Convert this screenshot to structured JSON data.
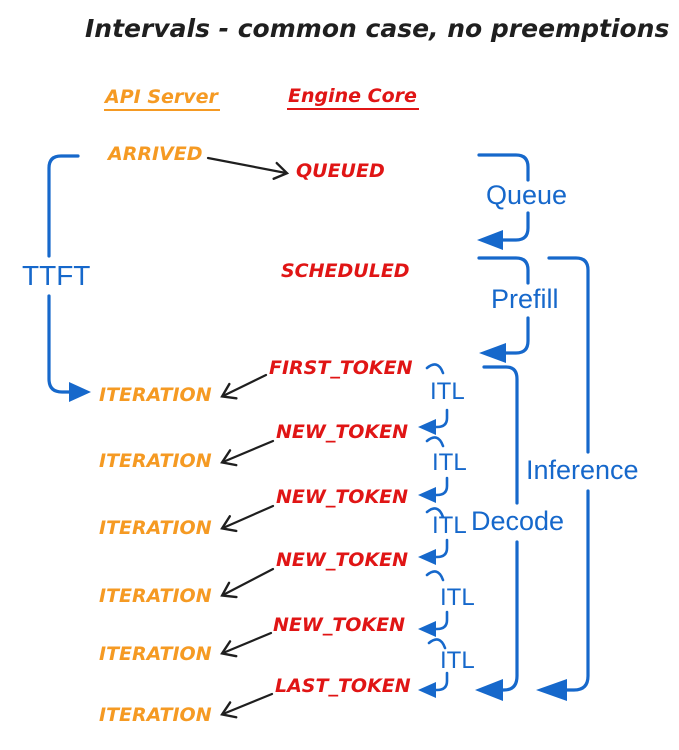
{
  "title": "Intervals - common case, no preemptions",
  "columns": {
    "api_server": "API Server",
    "engine_core": "Engine Core"
  },
  "api_server": {
    "arrived": "ARRIVED",
    "iterations": [
      "ITERATION",
      "ITERATION",
      "ITERATION",
      "ITERATION",
      "ITERATION",
      "ITERATION"
    ]
  },
  "engine_core": {
    "queued": "QUEUED",
    "scheduled": "SCHEDULED",
    "first_token": "FIRST_TOKEN",
    "new_tokens": [
      "NEW_TOKEN",
      "NEW_TOKEN",
      "NEW_TOKEN",
      "NEW_TOKEN"
    ],
    "last_token": "LAST_TOKEN"
  },
  "intervals": {
    "ttft": "TTFT",
    "queue": "Queue",
    "prefill": "Prefill",
    "decode": "Decode",
    "inference": "Inference",
    "itl": [
      "ITL",
      "ITL",
      "ITL",
      "ITL",
      "ITL"
    ]
  },
  "colors": {
    "blue": "#1668cb",
    "orange": "#f59a23",
    "red": "#e01515",
    "ink": "#1f1f1f"
  }
}
